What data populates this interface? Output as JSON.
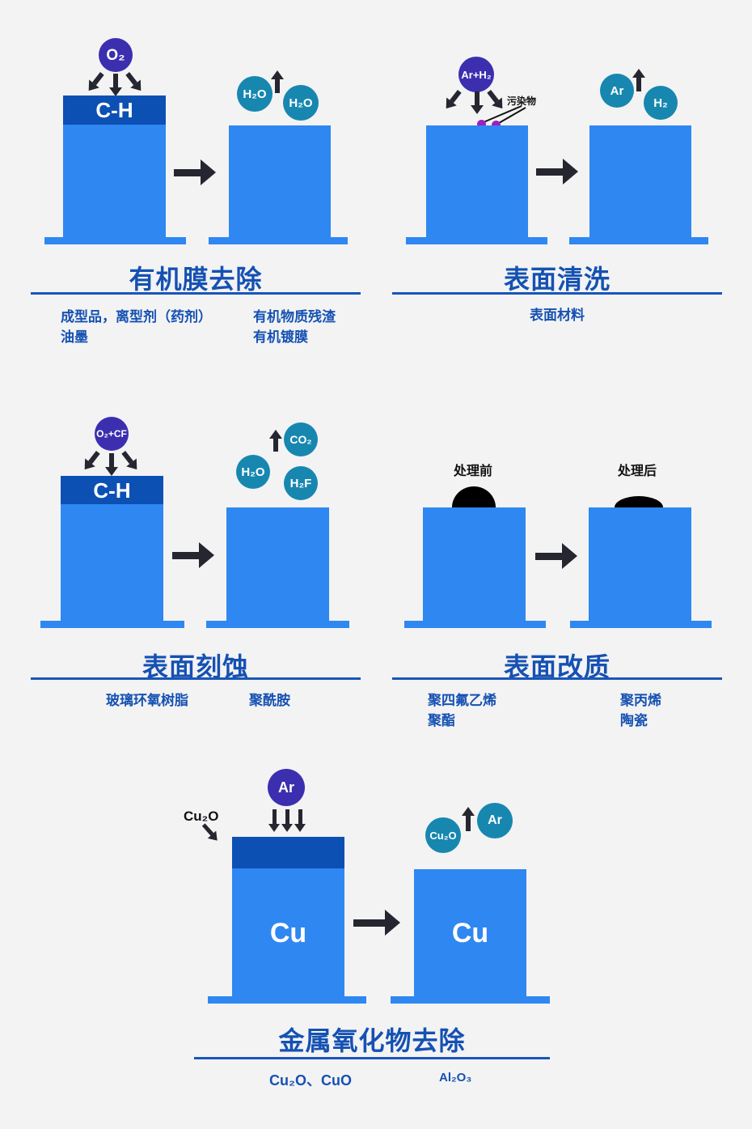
{
  "colors": {
    "background": "#f3f3f4",
    "substrate_blue": "#2f87f2",
    "film_dark_blue": "#0c50b4",
    "plasma_purple": "#3b2fb0",
    "product_teal": "#1787b0",
    "arrow_dark": "#262630",
    "title_blue": "#1551b2",
    "contaminant_magenta": "#a01ec0",
    "droplet_black": "#000000"
  },
  "panels": [
    {
      "id": "organic-film-removal",
      "title": "有机膜去除",
      "plasma": "O₂",
      "film_label": "C-H",
      "products": [
        "H₂O",
        "H₂O"
      ],
      "captions_left": [
        "成型品，离型剂（药剂）",
        "油墨"
      ],
      "captions_right": [
        "有机物质残渣",
        "有机镀膜"
      ]
    },
    {
      "id": "surface-cleaning",
      "title": "表面清洗",
      "plasma": "Ar+H₂",
      "contaminant_label": "污染物",
      "products": [
        "Ar",
        "H₂"
      ],
      "caption_center": "表面材料"
    },
    {
      "id": "surface-etching",
      "title": "表面刻蚀",
      "plasma": "O₂+CF",
      "film_label": "C-H",
      "products": [
        "CO₂",
        "H₂O",
        "H₂F"
      ],
      "captions": [
        "玻璃环氧树脂",
        "聚酰胺"
      ]
    },
    {
      "id": "surface-modification",
      "title": "表面改质",
      "before_label": "处理前",
      "after_label": "处理后",
      "captions_left": [
        "聚四氟乙烯",
        "聚酯"
      ],
      "captions_right": [
        "聚丙烯",
        "陶瓷"
      ]
    },
    {
      "id": "metal-oxide-removal",
      "title": "金属氧化物去除",
      "plasma": "Ar",
      "oxide_label": "Cu₂O",
      "metal_label": "Cu",
      "products": [
        "Cu₂O",
        "Ar"
      ],
      "captions": [
        "Cu₂O、CuO",
        "Al₂O₃"
      ]
    }
  ]
}
